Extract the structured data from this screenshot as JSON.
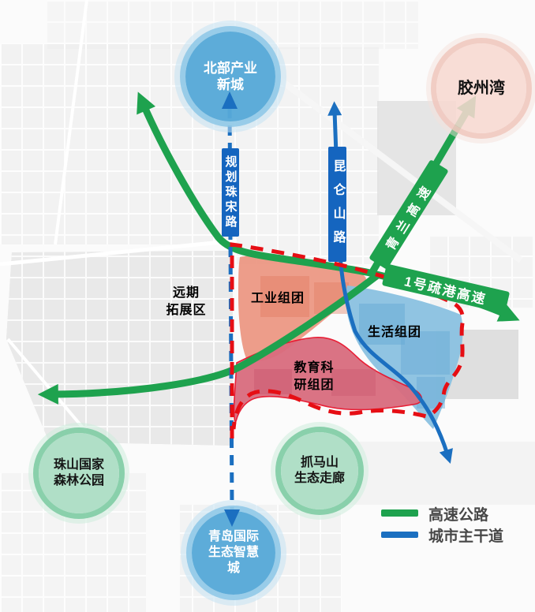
{
  "bubbles": {
    "north_industry_city": {
      "lines": [
        "北部产业",
        "新城"
      ]
    },
    "jiaozhou_bay": {
      "label": "胶州湾"
    },
    "zhushan_forest_park": {
      "lines": [
        "珠山国家",
        "森林公园"
      ]
    },
    "zhuamashan_eco_corridor": {
      "lines": [
        "抓马山",
        "生态走廊"
      ]
    },
    "qingdao_smart_city": {
      "lines": [
        "青岛国际",
        "生态智慧",
        "城"
      ]
    }
  },
  "roads": {
    "planned_zhusong_road": {
      "label": "规划珠宋路"
    },
    "kunlunshan_road": {
      "label": "昆仑山路"
    },
    "qinglan_expressway": {
      "label": "青兰高速"
    },
    "shugang_expressway_no1": {
      "label": "1号疏港高速"
    }
  },
  "zones": {
    "industry_cluster": {
      "label": "工业组团"
    },
    "living_cluster": {
      "label": "生活组团"
    },
    "education_research_cluster": {
      "lines": [
        "教育科",
        "研组团"
      ]
    },
    "longterm_expansion_area": {
      "lines": [
        "远期",
        "拓展区"
      ]
    }
  },
  "legend": {
    "items": [
      {
        "label": "高速公路",
        "color": "#1EA24E"
      },
      {
        "label": "城市主干道",
        "color": "#1B6FC0"
      }
    ]
  },
  "colors": {
    "expressway_green": "#1EA24E",
    "main_road_blue": "#1B6FC0",
    "road_band_blue": "#1565BF",
    "boundary_red": "#E60E14",
    "industry_zone_fill": "#EC9580",
    "living_zone_fill": "#8AC1E0",
    "education_zone_fill": "#D96C7E",
    "bubble_blue": "#56A9D7",
    "bubble_green": "#ADDEC5",
    "bubble_pink": "#F7D8D0"
  }
}
